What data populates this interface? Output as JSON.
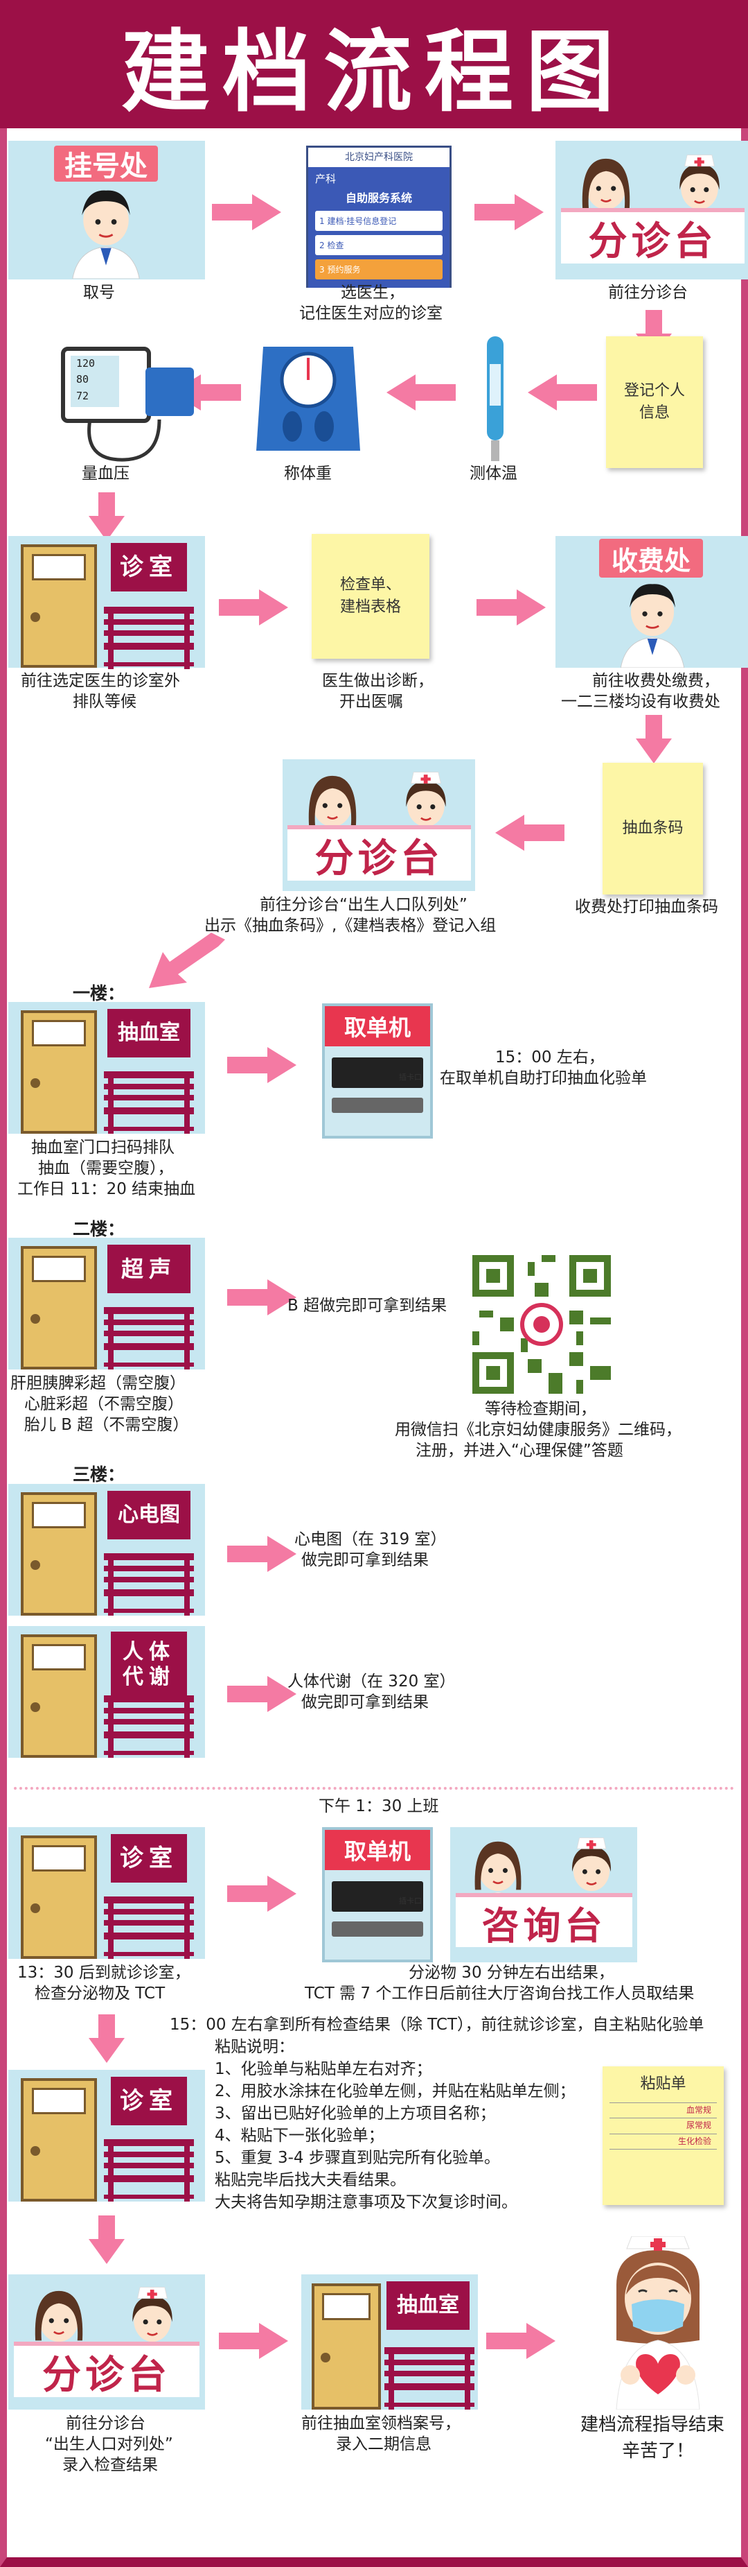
{
  "title": "建档流程图",
  "colors": {
    "brand": "#9c1047",
    "arrow": "#f47aa3",
    "panel": "#c7e7f1",
    "sticky": "#fdf6a6",
    "red_title": "#e8364f"
  },
  "row1": {
    "registration_sign": "挂号处",
    "registration_caption": "取号",
    "phone_header": "北京妇产科医院",
    "phone_tab": "产科",
    "phone_title": "自助服务系统",
    "phone_items": [
      "1 建档·挂号信息登记",
      "2 检查",
      "3 预约服务"
    ],
    "phone_caption": [
      "选医生，",
      "记住医生对应的诊室"
    ],
    "triage_title": "分诊台",
    "triage_caption": "前往分诊台"
  },
  "row2": {
    "sticky": [
      "登记个人",
      "信息"
    ],
    "thermo_caption": "测体温",
    "scale_caption": "称体重",
    "bp_caption": "量血压",
    "bp_screen": [
      "120",
      "80",
      "72"
    ]
  },
  "row3": {
    "clinic_sign": "诊室",
    "clinic_caption": [
      "前往选定医生的诊室外",
      "排队等候"
    ],
    "sticky": [
      "检查单、",
      "建档表格"
    ],
    "doctor_caption": [
      "医生做出诊断，",
      "开出医嘱"
    ],
    "cashier_sign": "收费处",
    "cashier_caption": [
      "前往收费处缴费，",
      "一二三楼均设有收费处"
    ]
  },
  "row4": {
    "sticky": "抽血条码",
    "sticky_caption": "收费处打印抽血条码",
    "triage_title": "分诊台",
    "triage_caption": [
      "前往分诊台“出生人口队列处”",
      "出示《抽血条码》,《建档表格》登记入组"
    ]
  },
  "floor1": {
    "label": "一楼：",
    "room_sign": "抽血室",
    "room_caption": [
      "抽血室门口扫码排队",
      "抽血（需要空腹），",
      "工作日 11：20 结束抽血"
    ],
    "machine_title": "取单机",
    "machine_slot": "插卡口",
    "machine_caption": [
      "15：00 左右，",
      "在取单机自助打印抽血化验单"
    ]
  },
  "floor2": {
    "label": "二楼：",
    "room_sign": "超声",
    "room_caption": [
      "肝胆胰脾彩超（需空腹）",
      "心脏彩超（不需空腹）",
      "胎儿 B 超（不需空腹）"
    ],
    "note": "B 超做完即可拿到结果",
    "qr_caption": [
      "等待检查期间，",
      "用微信扫《北京妇幼健康服务》二维码，",
      "注册，并进入“心理保健”答题"
    ]
  },
  "floor3": {
    "label": "三楼：",
    "ecg_sign": "心电图",
    "ecg_note": [
      "心电图（在 319 室）",
      "做完即可拿到结果"
    ],
    "metab_sign": "人体代谢",
    "metab_note": [
      "人体代谢（在 320 室）",
      "做完即可拿到结果"
    ]
  },
  "afternoon": {
    "label": "下午 1：30 上班",
    "clinic_sign": "诊室",
    "clinic_caption": [
      "13：30 后到就诊诊室，",
      "检查分泌物及 TCT"
    ],
    "machine_title": "取单机",
    "machine_slot": "插卡口",
    "consult_title": "咨询台",
    "caption": [
      "分泌物 30 分钟左右出结果，",
      "TCT 需 7 个工作日后前往大厅咨询台找工作人员取结果"
    ]
  },
  "paste": {
    "intro": "15：00 左右拿到所有检查结果（除 TCT），前往就诊诊室，自主粘贴化验单",
    "lines": [
      "粘贴说明：",
      "1、化验单与粘贴单左右对齐；",
      "2、用胶水涂抹在化验单左侧，并贴在粘贴单左侧；",
      "3、留出已贴好化验单的上方项目名称；",
      "4、粘贴下一张化验单；",
      "5、重复 3-4 步骤直到贴完所有化验单。",
      "粘贴完毕后找大夫看结果。",
      "大夫将告知孕期注意事项及下次复诊时间。"
    ],
    "clinic_sign": "诊室",
    "sheet_title": "粘贴单",
    "sheet_items": [
      "血常规",
      "尿常规",
      "生化检验"
    ]
  },
  "final": {
    "triage_title": "分诊台",
    "triage_caption": [
      "前往分诊台",
      "“出生人口对列处”",
      "录入检查结果"
    ],
    "room_sign": "抽血室",
    "room_caption": [
      "前往抽血室领档案号，",
      "录入二期信息"
    ],
    "end_caption": [
      "建档流程指导结束",
      "辛苦了！"
    ]
  }
}
